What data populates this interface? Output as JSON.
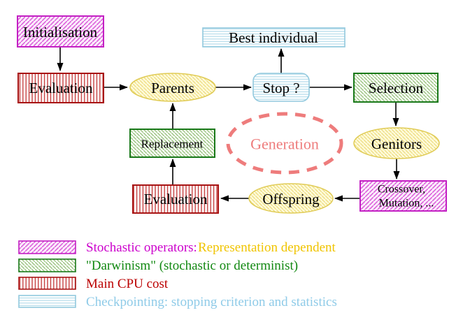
{
  "nodes": {
    "init": {
      "label": "Initialisation"
    },
    "eval_top": {
      "label": "Evaluation"
    },
    "parents": {
      "label": "Parents"
    },
    "best": {
      "label": "Best individual"
    },
    "stop": {
      "label": "Stop ?"
    },
    "selection": {
      "label": "Selection"
    },
    "genitors": {
      "label": "Genitors"
    },
    "crossover": {
      "line1": "Crossover,",
      "line2": "Mutation, ..."
    },
    "offspring": {
      "label": "Offspring"
    },
    "eval_bottom": {
      "label": "Evaluation"
    },
    "replacement": {
      "label": "Replacement"
    },
    "generation": {
      "label": "Generation"
    }
  },
  "legend": {
    "stochastic": {
      "label": "Stochastic operators:",
      "note": "Representation dependent"
    },
    "darwinism": {
      "label": "\"Darwinism\" (stochastic or determinist)"
    },
    "cpu": {
      "label": "Main CPU cost"
    },
    "checkpointing": {
      "label": "Checkpointing: stopping criterion and statistics"
    }
  },
  "colors": {
    "magenta_border": "#C31FC3",
    "magenta_text": "#CC00CC",
    "yellow_note_text": "#F0C400",
    "green_border": "#187818",
    "green_text": "#118811",
    "red_border": "#A81414",
    "red_text": "#BB0000",
    "cyan_border": "#92C9DE",
    "cyan_text": "#8FCBE8",
    "yellow_node_border": "#E0CB55",
    "salmon": "#EE7C7C",
    "arrow": "#000000"
  }
}
